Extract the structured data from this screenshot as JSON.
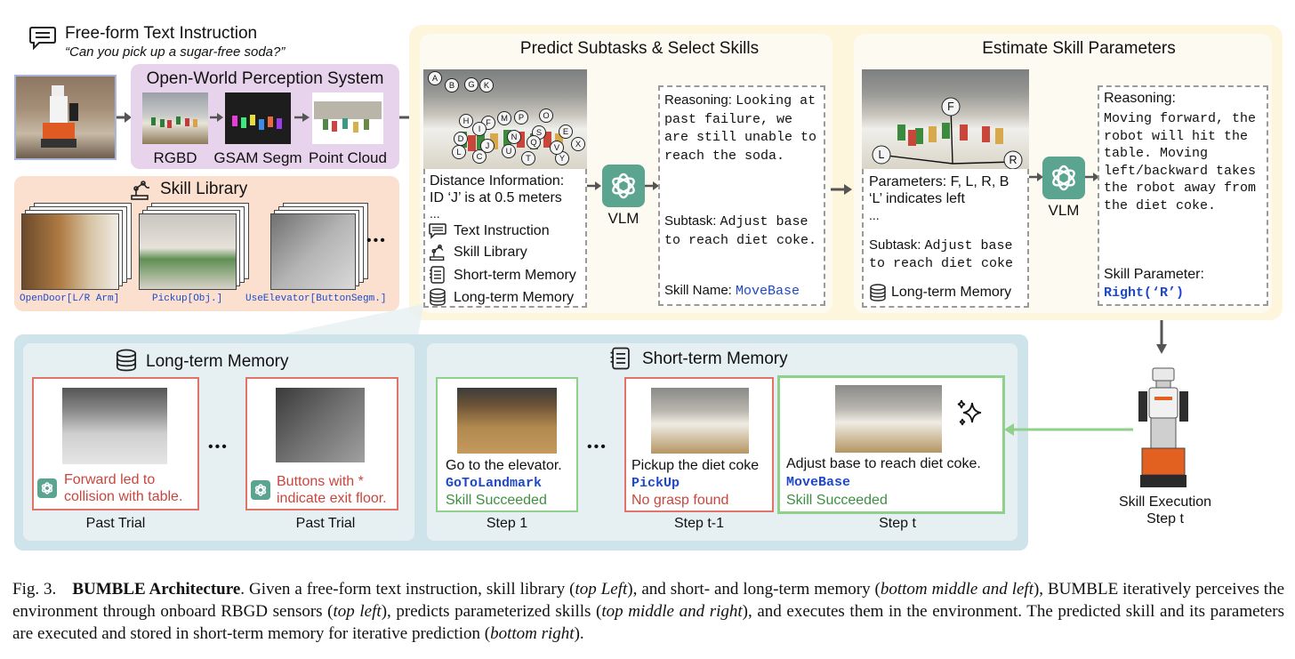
{
  "instruction": {
    "title": "Free-form Text Instruction",
    "quote": "“Can you pick up a sugar-free soda?”"
  },
  "perception": {
    "title": "Open-World Perception System",
    "labels": [
      "RGBD",
      "GSAM Segm",
      "Point Cloud"
    ]
  },
  "skill_library": {
    "title": "Skill Library",
    "skills": [
      "OpenDoor[L/R Arm]",
      "Pickup[Obj.]",
      "UseElevator[ButtonSegm.]"
    ],
    "more": "•••"
  },
  "predict": {
    "title": "Predict Subtasks & Select Skills",
    "markers": [
      "A",
      "B",
      "G",
      "K",
      "F",
      "H",
      "M",
      "P",
      "O",
      "S",
      "E",
      "X",
      "D",
      "I",
      "J",
      "N",
      "Q",
      "T",
      "Y",
      "L",
      "C",
      "U",
      "V"
    ],
    "distance_title": "Distance Information:",
    "distance_line": "ID ‘J’ is at 0.5 meters",
    "ellipsis": "...",
    "inputs": [
      "Text Instruction",
      "Skill Library",
      "Short-term Memory",
      "Long-term Memory"
    ],
    "vlm": "VLM",
    "reasoning_label": "Reasoning:",
    "reasoning_text": "Looking at past failure, we are still unable to reach the soda.",
    "subtask_label": "Subtask:",
    "subtask_text": "Adjust base to reach diet coke.",
    "skill_name_label": "Skill Name:",
    "skill_name": "MoveBase"
  },
  "estimate": {
    "title": "Estimate Skill Parameters",
    "markers": [
      "F",
      "L",
      "R"
    ],
    "params_line1": "Parameters: F, L, R, B",
    "params_line2": "‘L’ indicates left",
    "ellipsis": "...",
    "subtask_label": "Subtask:",
    "subtask_text": "Adjust base to reach diet coke",
    "memory": "Long-term Memory",
    "vlm": "VLM",
    "reasoning_label": "Reasoning:",
    "reasoning_text": "Moving forward, the robot will hit the table. Moving left/backward takes the robot away from the diet coke.",
    "param_label": "Skill Parameter:",
    "param_value": "Right(‘R’)"
  },
  "long_term": {
    "title": "Long-term Memory",
    "dots": "•••",
    "trials": [
      {
        "text": "Forward led to collision with table.",
        "label": "Past Trial"
      },
      {
        "text": "Buttons with * indicate exit floor.",
        "label": "Past Trial"
      }
    ]
  },
  "short_term": {
    "title": "Short-term Memory",
    "dots": "•••",
    "steps": [
      {
        "desc": "Go to the elevator.",
        "skill": "GoToLandmark",
        "result": "Skill Succeeded",
        "label": "Step 1"
      },
      {
        "desc": "Pickup the diet coke",
        "skill": "PickUp",
        "result": "No grasp found",
        "label": "Step t-1"
      },
      {
        "desc": "Adjust base to reach diet coke.",
        "skill": "MoveBase",
        "result": "Skill Succeeded",
        "label": "Step t"
      }
    ]
  },
  "execution": {
    "line1": "Skill Execution",
    "line2": "Step t"
  },
  "caption": {
    "fig": "Fig. 3.",
    "bold": "BUMBLE Architecture",
    "p1": ". Given a free-form text instruction, skill library (",
    "i1": "top Left",
    "p2": "), and short- and long-term memory (",
    "i2": "bottom middle and left",
    "p3": "), BUMBLE iteratively perceives the environment through onboard RBGD sensors (",
    "i3": "top left",
    "p4": "), predicts parameterized skills (",
    "i4": "top middle and right",
    "p5": "), and executes them in the environment. The predicted skill and its parameters are executed and stored in short-term memory for iterative prediction (",
    "i5": "bottom right",
    "p6": ")."
  },
  "colors": {
    "perception_bg": "#e8d3ec",
    "skill_bg": "#fbe0d0",
    "predict_bg": "#fdf5dc",
    "memory_bg": "#cfe3ea",
    "red_border": "#e0736a",
    "green_border": "#8fd08a",
    "blue_text": "#1f48c8",
    "gpt_green": "#5aa490"
  }
}
